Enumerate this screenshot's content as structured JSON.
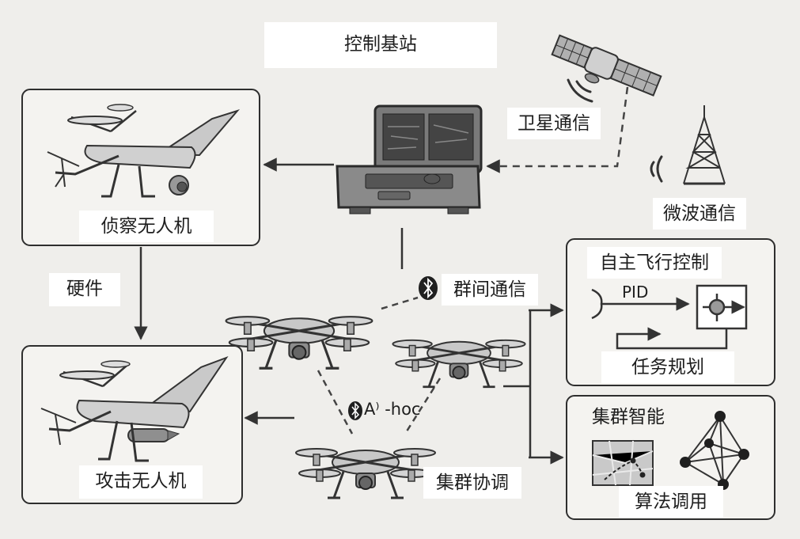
{
  "title": "控制基站",
  "nodes": {
    "satellite_comm": "卫星通信",
    "microwave_comm": "微波通信",
    "recon_drone": "侦察无人机",
    "attack_drone": "攻击无人机",
    "hardware": "硬件",
    "inter_swarm_comm": "群间通信",
    "adhoc": "A⁾ -hoc",
    "swarm_coordination": "集群协调"
  },
  "autonomous_flight": {
    "title": "自主飞行控制",
    "pid": "PID",
    "mission_planning": "任务规划"
  },
  "swarm_intelligence": {
    "title": "集群智能",
    "algorithm_call": "算法调用"
  },
  "colors": {
    "background": "#efeeeb",
    "line": "#3a3a3a",
    "panel_border": "#2e2e2e"
  }
}
